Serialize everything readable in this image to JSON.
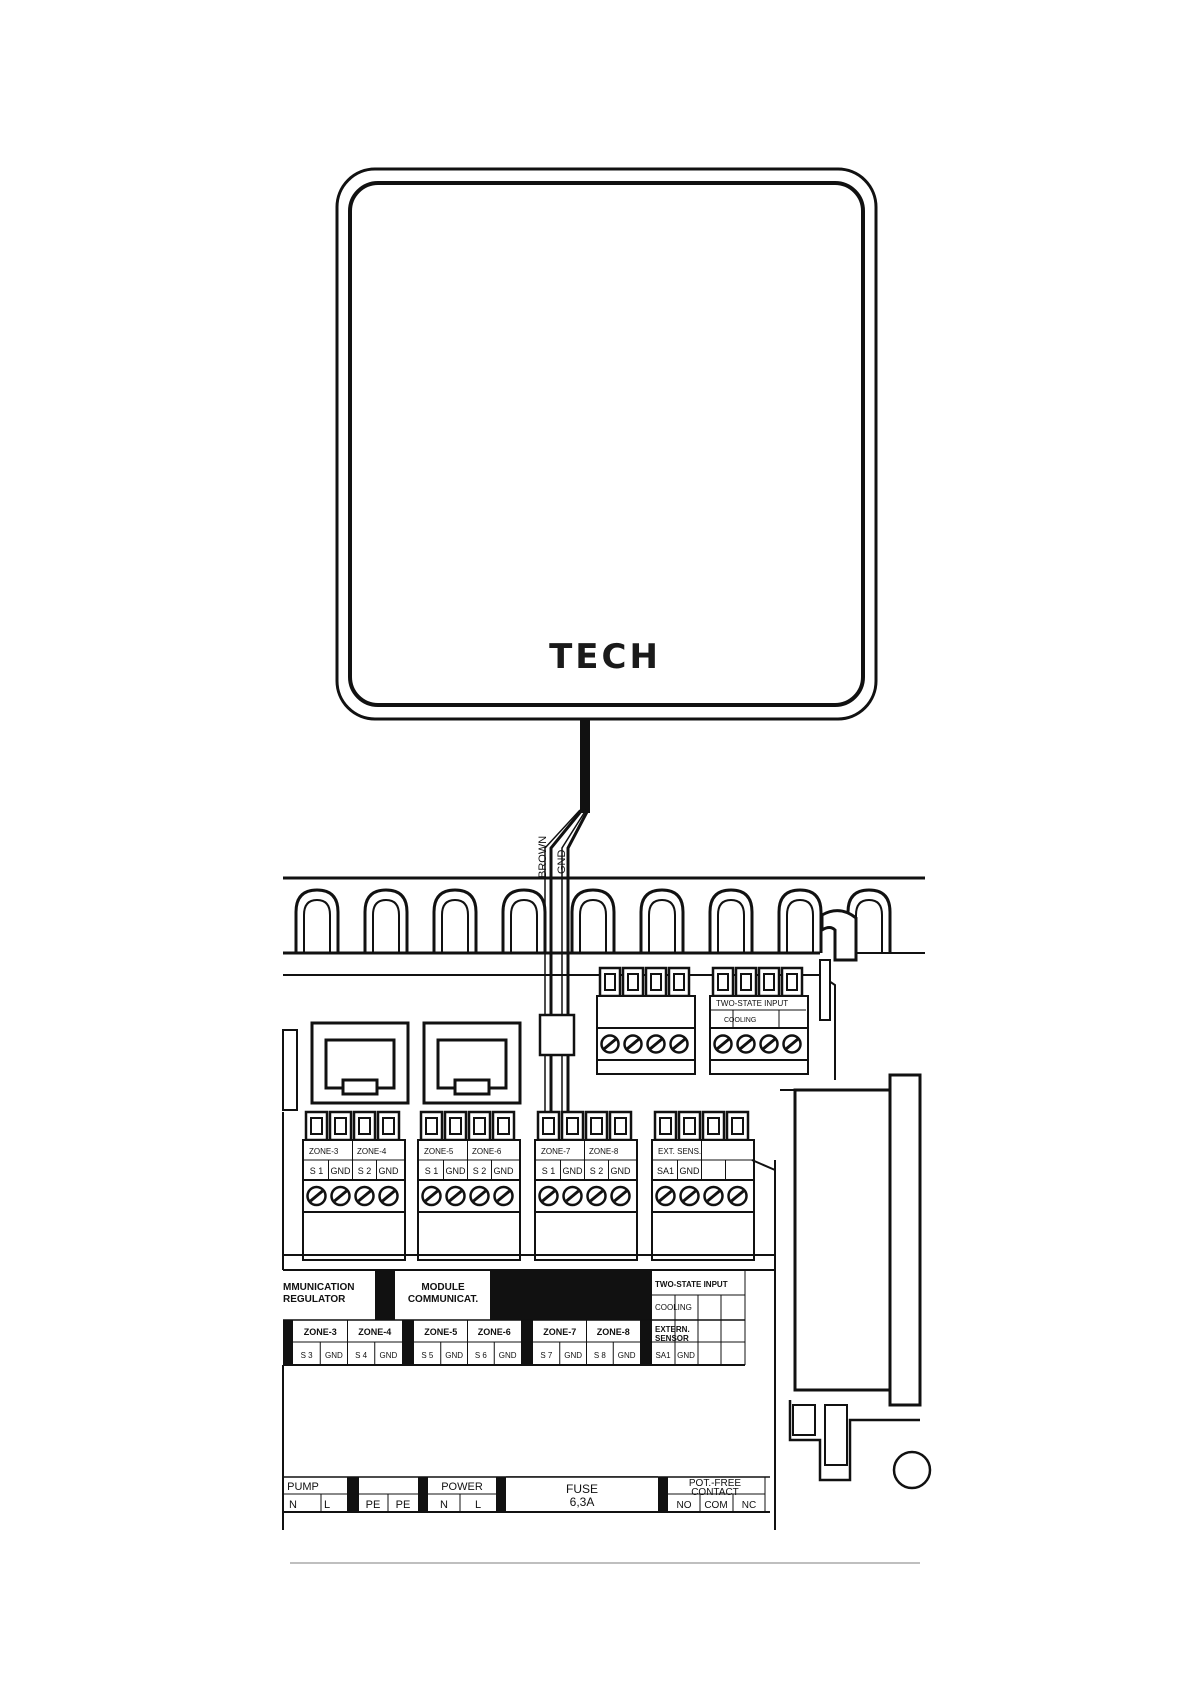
{
  "logo": "TECH",
  "wires": {
    "brown": "BROWN",
    "gnd": "GND"
  },
  "top_block": {
    "header": "TWO-STATE INPUT",
    "sub": "COOLING"
  },
  "modules": [
    {
      "z1": "ZONE-3",
      "z2": "ZONE-4",
      "t": [
        "S 1",
        "GND",
        "S 2",
        "GND"
      ]
    },
    {
      "z1": "ZONE-5",
      "z2": "ZONE-6",
      "t": [
        "S 1",
        "GND",
        "S 2",
        "GND"
      ]
    },
    {
      "z1": "ZONE-7",
      "z2": "ZONE-8",
      "t": [
        "S 1",
        "GND",
        "S 2",
        "GND"
      ]
    },
    {
      "z1": "EXT. SENS.",
      "z2": "",
      "t": [
        "SA1",
        "GND",
        "",
        ""
      ]
    }
  ],
  "board": {
    "comm_regulator_1": "MMUNICATION",
    "comm_regulator_2": "REGULATOR",
    "module_comm_1": "MODULE",
    "module_comm_2": "COMMUNICAT.",
    "two_state_input": "TWO-STATE INPUT",
    "cooling": "COOLING",
    "extern_1": "EXTERN.",
    "extern_2": "SENSOR",
    "zones": [
      "ZONE-3",
      "ZONE-4",
      "ZONE-5",
      "ZONE-6",
      "ZONE-7",
      "ZONE-8"
    ],
    "zone_terms": [
      "S 3",
      "GND",
      "S 4",
      "GND",
      "S 5",
      "GND",
      "S 6",
      "GND",
      "S 7",
      "GND",
      "S 8",
      "GND"
    ],
    "sa_terms": [
      "SA1",
      "GND"
    ]
  },
  "bottom": {
    "pump": "PUMP",
    "pump_terms": [
      "N",
      "L"
    ],
    "pe_terms": [
      "PE",
      "PE"
    ],
    "power": "POWER",
    "power_terms": [
      "N",
      "L"
    ],
    "fuse_1": "FUSE",
    "fuse_2": "6,3A",
    "potfree_1": "POT.-FREE",
    "potfree_2": "CONTACT",
    "potfree_terms": [
      "NO",
      "COM",
      "NC"
    ]
  }
}
